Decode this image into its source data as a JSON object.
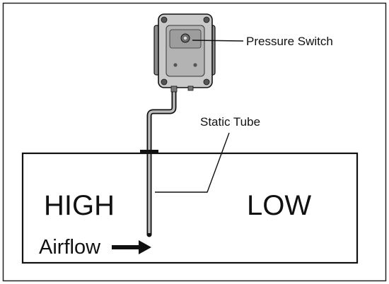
{
  "labels": {
    "pressure_switch": "Pressure Switch",
    "static_tube": "Static Tube",
    "high": "HIGH",
    "low": "LOW",
    "airflow": "Airflow"
  },
  "icons": {
    "switch": "pressure-switch-device",
    "arrow": "airflow-arrow-right"
  },
  "colors": {
    "stroke": "#111111",
    "device_body": "#c8c8c8",
    "device_dark": "#6e6e6e",
    "background": "#ffffff"
  }
}
